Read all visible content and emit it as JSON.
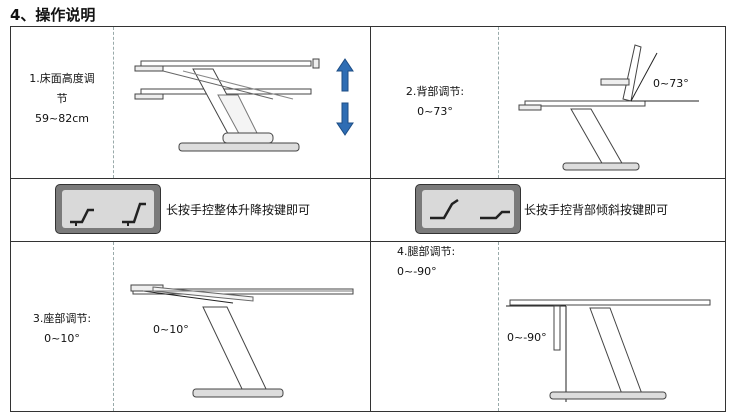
{
  "heading": "4、操作说明",
  "rows": {
    "bed_height": {
      "label_line1": "1.床面高度调",
      "label_line2": "节",
      "label_line3": "59~82cm"
    },
    "backrest": {
      "label_line1": "2.背部调节:",
      "label_line2": "0~73°",
      "angle": "0~73°"
    },
    "control_1": {
      "text": "长按手控整体升降按键即可"
    },
    "control_2": {
      "text": "长按手控背部倾斜按键即可"
    },
    "seat": {
      "label_line1": "3.座部调节:",
      "label_line2": "0~10°",
      "angle": "0~10°"
    },
    "leg": {
      "label_line1": "4.腿部调节:",
      "label_line2": "0~-90°",
      "angle": "0~-90°"
    }
  }
}
